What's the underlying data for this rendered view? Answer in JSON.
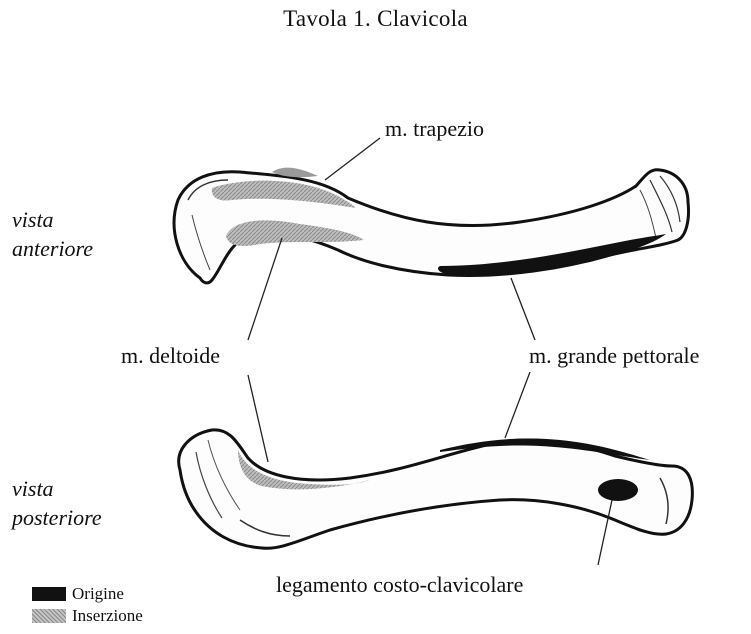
{
  "title": "Tavola 1. Clavicola",
  "views": {
    "anterior": [
      "vista",
      "anteriore"
    ],
    "posterior": [
      "vista",
      "posteriore"
    ]
  },
  "muscles": {
    "trapezio": "m. trapezio",
    "deltoide": "m. deltoide",
    "grande_pettorale": "m. grande pettorale",
    "legamento": "legamento costo-clavicolare"
  },
  "legend": [
    {
      "label": "Origine",
      "color": "#111111"
    },
    {
      "label": "Inserzione",
      "color": "#a8a8a8"
    }
  ]
}
